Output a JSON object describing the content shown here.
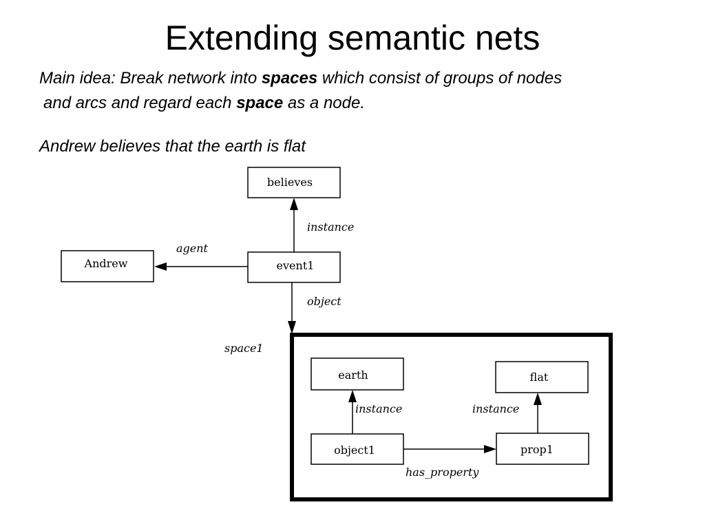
{
  "slide": {
    "title": "Extending semantic nets",
    "main_idea": {
      "prefix": "Main idea: Break network into ",
      "spaces_word": "spaces",
      "middle": " which consist of groups of nodes",
      "line2_prefix": " and arcs and regard each ",
      "space_word": "space",
      "line2_suffix": " as a node."
    },
    "example_sentence": "Andrew believes that the earth is flat"
  },
  "diagram": {
    "nodes": {
      "believes": "believes",
      "andrew": "Andrew",
      "event1": "event1",
      "earth": "earth",
      "flat": "flat",
      "object1": "object1",
      "prop1": "prop1"
    },
    "arcs": {
      "event1_instance": "instance",
      "agent": "agent",
      "object": "object",
      "earth_instance": "instance",
      "flat_instance": "instance",
      "has_property": "has_property"
    },
    "space_label": "space1"
  }
}
